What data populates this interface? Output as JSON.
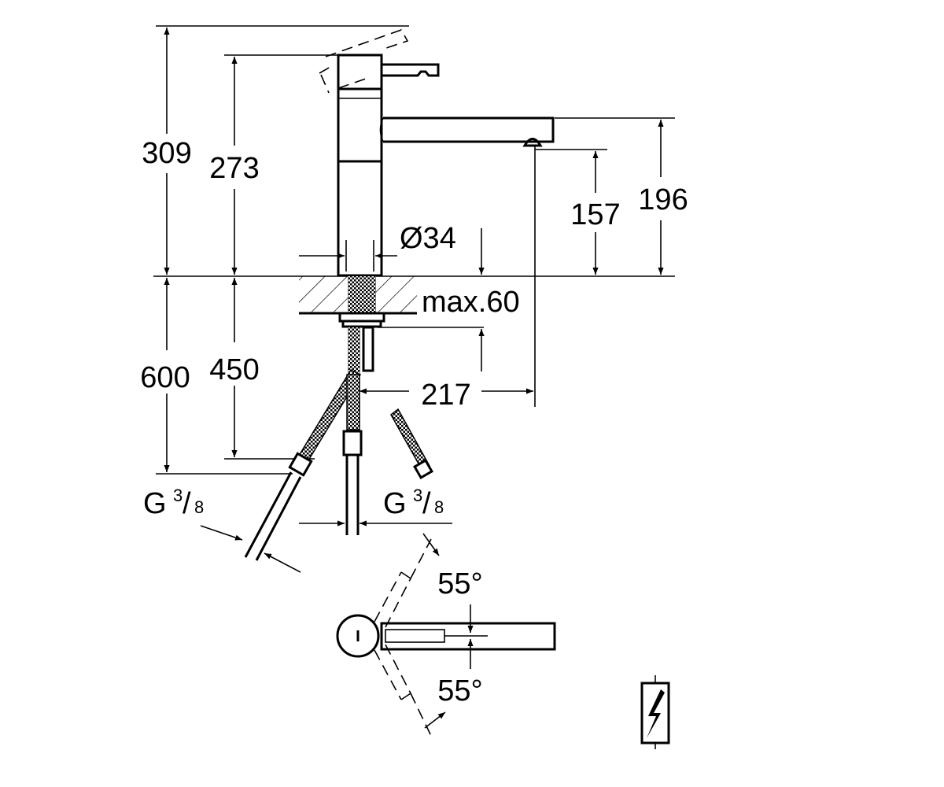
{
  "diagram": {
    "dimensions": {
      "total_height": "309",
      "body_height": "273",
      "spout_height": "196",
      "aerator_height": "157",
      "body_diameter": "Ø34",
      "countertop_max": "max.60",
      "reach": "217",
      "hose_length": "600",
      "hose_to_connector": "450",
      "swivel_angle_top": "55°",
      "swivel_angle_bottom": "55°"
    },
    "connections": {
      "left": {
        "prefix": "G",
        "num": "3",
        "den": "8"
      },
      "center": {
        "prefix": "G",
        "num": "3",
        "den": "8"
      }
    },
    "icons": [
      "low-pressure-lightning-icon"
    ]
  }
}
